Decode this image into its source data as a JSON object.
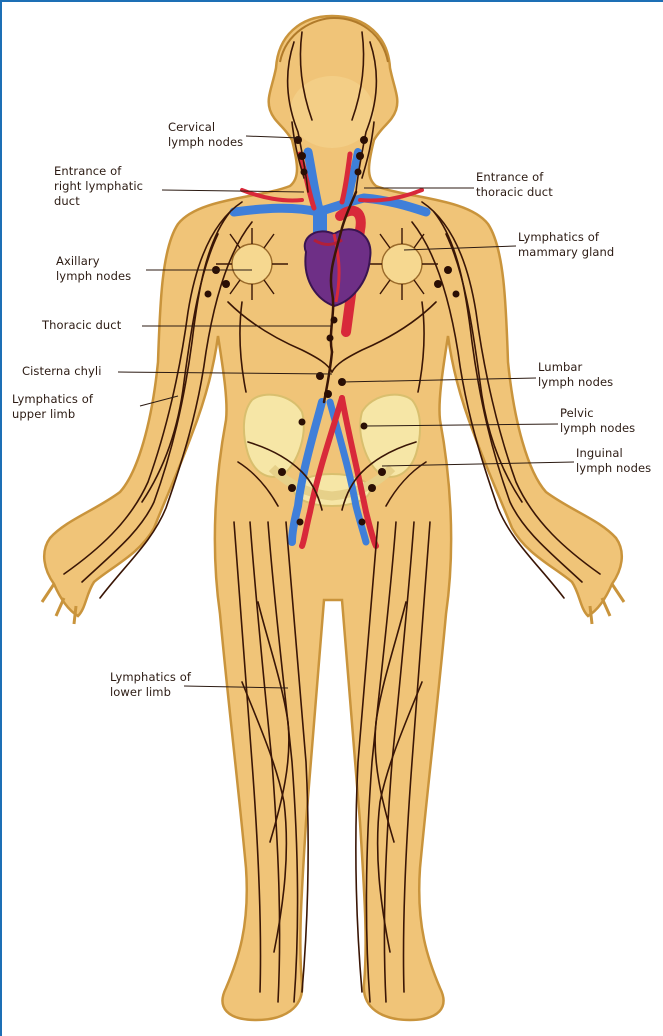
{
  "labels": {
    "cervical": "Cervical\nlymph nodes",
    "entrance_right": "Entrance of\nright lymphatic\nduct",
    "axillary": "Axillary\nlymph nodes",
    "thoracic_duct": "Thoracic duct",
    "cisterna_chyli": "Cisterna chyli",
    "upper_limb": "Lymphatics of\nupper limb",
    "lower_limb": "Lymphatics of\nlower limb",
    "entrance_thoracic": "Entrance of\nthoracic duct",
    "mammary": "Lymphatics of\nmammary gland",
    "lumbar": "Lumbar\nlymph nodes",
    "pelvic": "Pelvic\nlymph nodes",
    "inguinal": "Inguinal\nlymph nodes"
  },
  "colors": {
    "skin": "#f0c478",
    "skin_edge": "#c9943c",
    "lymph": "#3a1606",
    "vein": "#3f7fd9",
    "artery": "#d8293a",
    "heart": "#6e2f86",
    "bone": "#f6e6a6",
    "border": "#1d6fb5"
  }
}
